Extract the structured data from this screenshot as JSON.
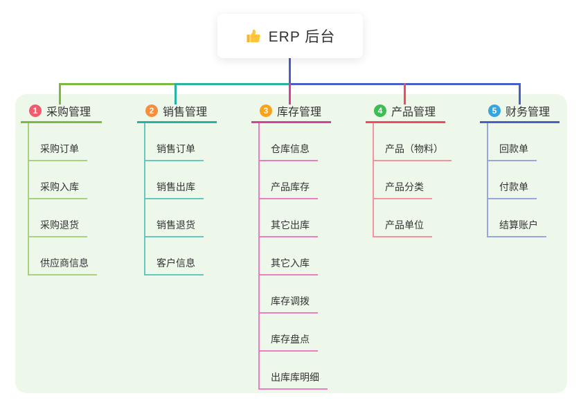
{
  "root": {
    "label": "ERP 后台",
    "icon": "thumbs-up-icon"
  },
  "connectors": {
    "root_color": "#4A5EC8"
  },
  "panel_color": "#EDF8EA",
  "branches": [
    {
      "num": "1",
      "label": "采购管理",
      "badge_color": "#F25B6D",
      "color_main": "#7CB940",
      "color_child": "#A8D37D",
      "children": [
        "采购订单",
        "采购入库",
        "采购退货",
        "供应商信息"
      ]
    },
    {
      "num": "2",
      "label": "销售管理",
      "badge_color": "#F98C3D",
      "color_main": "#26B3A2",
      "color_child": "#64C9BD",
      "children": [
        "销售订单",
        "销售出库",
        "销售退货",
        "客户信息"
      ]
    },
    {
      "num": "3",
      "label": "库存管理",
      "badge_color": "#F9A21A",
      "color_main": "#D6409A",
      "color_child": "#E97FC0",
      "children": [
        "仓库信息",
        "产品库存",
        "其它出库",
        "其它入库",
        "库存调拨",
        "库存盘点",
        "出库库明细"
      ]
    },
    {
      "num": "4",
      "label": "产品管理",
      "badge_color": "#3DBD54",
      "color_main": "#F24B5F",
      "color_child": "#F692A0",
      "children": [
        "产品（物料）",
        "产品分类",
        "产品单位"
      ]
    },
    {
      "num": "5",
      "label": "财务管理",
      "badge_color": "#35A5DE",
      "color_main": "#4A5EC8",
      "color_child": "#97A6DF",
      "children": [
        "回款单",
        "付款单",
        "结算账户"
      ]
    }
  ]
}
